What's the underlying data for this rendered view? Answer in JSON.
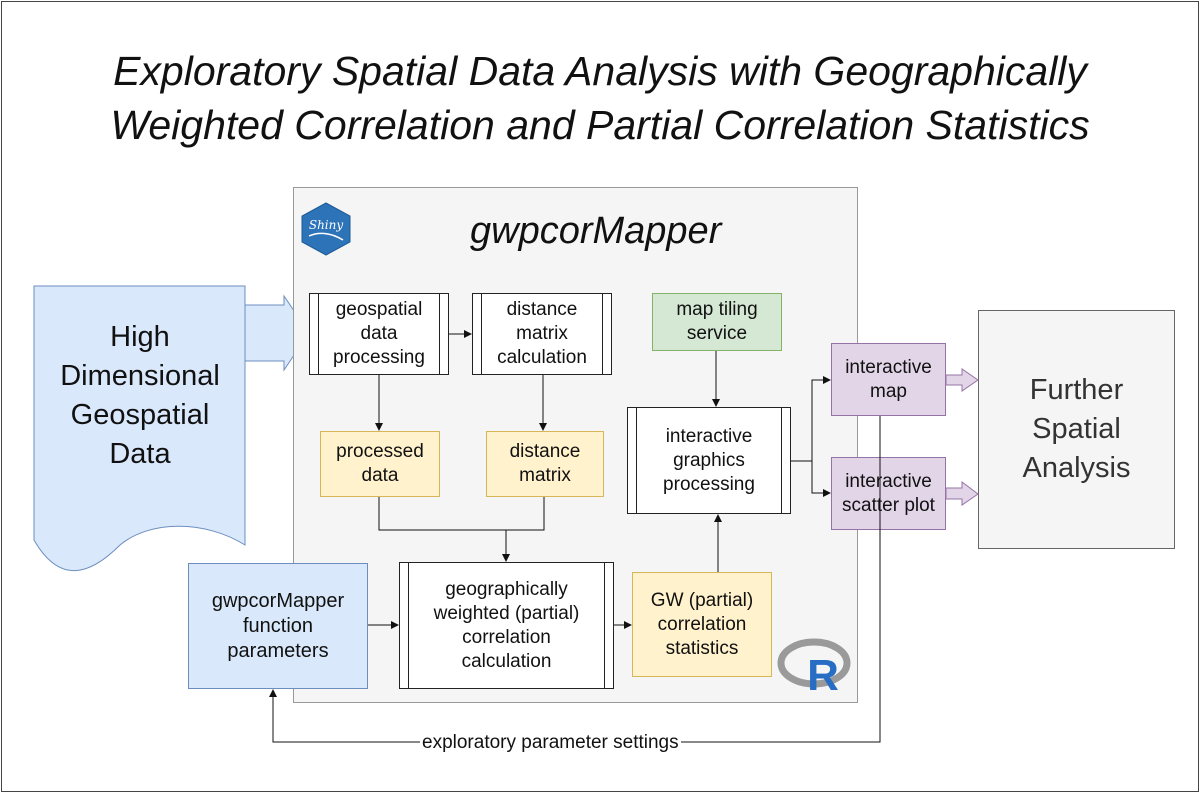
{
  "title": {
    "line1": "Exploratory Spatial Data Analysis with Geographically",
    "line2": "Weighted Correlation and Partial Correlation Statistics"
  },
  "app": {
    "title": "gwpcorMapper",
    "shiny_logo_text": "Shiny"
  },
  "input": {
    "line1": "High",
    "line2": "Dimensional",
    "line3": "Geospatial",
    "line4": "Data"
  },
  "nodes": {
    "geo_processing": "geospatial data processing",
    "distance_calc": "distance matrix calculation",
    "processed_data": "processed data",
    "distance_matrix": "distance matrix",
    "gw_calc": "geographically weighted (partial) correlation calculation",
    "gw_stats": "GW (partial) correlation statistics",
    "map_tiling": "map tiling service",
    "graphics_processing": "interactive graphics processing",
    "interactive_map": "interactive map",
    "scatter_plot": "interactive scatter plot",
    "parameters": "gwpcorMapper function parameters",
    "further": "Further Spatial Analysis"
  },
  "feedback_label": "exploratory parameter settings",
  "colors": {
    "process": "#ffffff",
    "data": "#fff2cc",
    "service": "#d5e8d4",
    "output": "#e1d5e7",
    "input": "#dae8fc",
    "r_logo": "#276dc3"
  }
}
